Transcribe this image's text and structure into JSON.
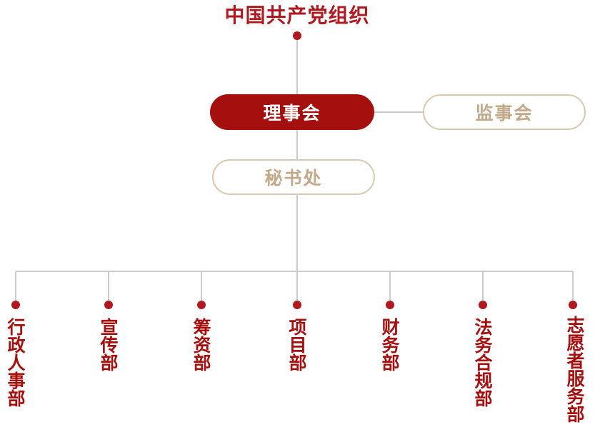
{
  "title": "中国共产党组织",
  "council": {
    "label": "理事会"
  },
  "supervisory_board": {
    "label": "监事会"
  },
  "secretariat": {
    "label": "秘书处"
  },
  "departments": [
    {
      "label": "行政人事部"
    },
    {
      "label": "宣传部"
    },
    {
      "label": "筹资部"
    },
    {
      "label": "项目部"
    },
    {
      "label": "财务部"
    },
    {
      "label": "法务合规部"
    },
    {
      "label": "志愿者服务部"
    }
  ],
  "colors": {
    "primary_red": "#a5100f",
    "title_red": "#b0191f",
    "outline_tan": "#d9c8b0",
    "outline_text": "#c2a98a",
    "connector_gray": "#cccccc"
  }
}
